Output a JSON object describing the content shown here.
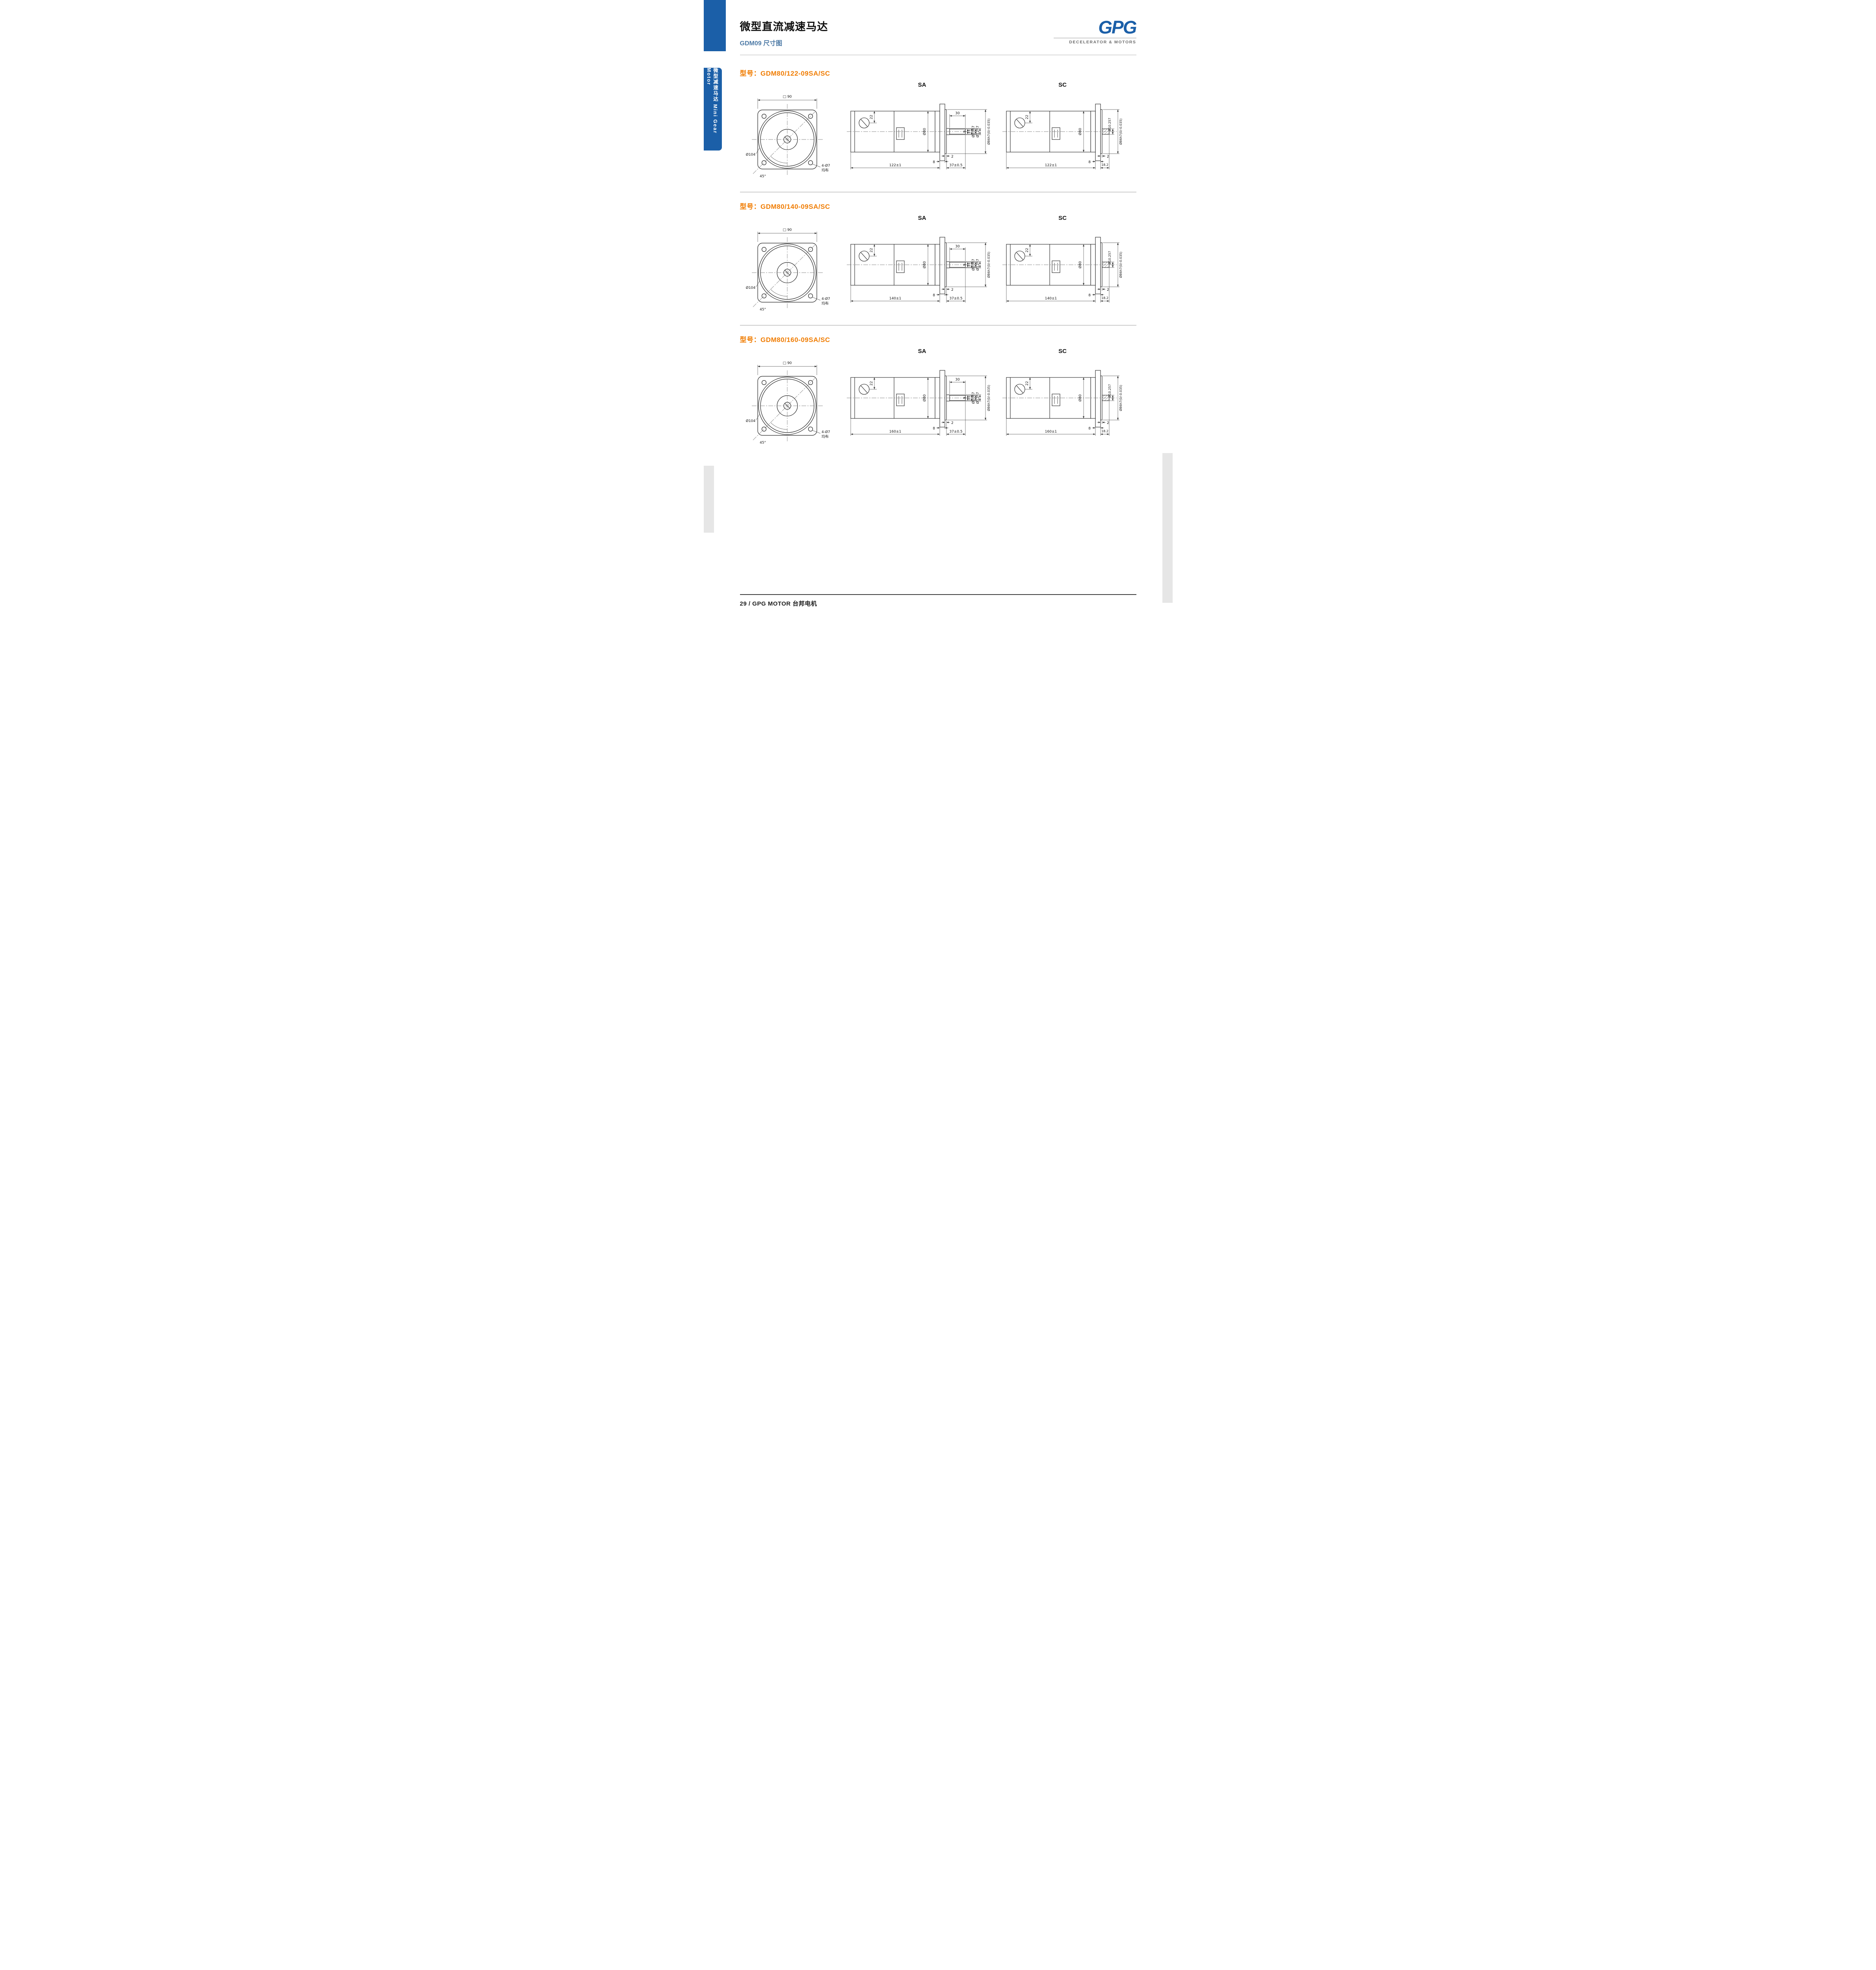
{
  "header": {
    "title": "微型直流减速马达",
    "subtitle": "GDM09 尺寸图",
    "logo_text": "GPG",
    "logo_tagline": "DECELERATOR & MOTORS"
  },
  "sidebar": {
    "tab_label": "微型减速马达 Mini Gear Motor"
  },
  "sections": [
    {
      "model_prefix": "型号：",
      "model": "GDM80/122-09SA/SC",
      "variant_a": "SA",
      "variant_c": "SC",
      "front": {
        "square": "□ 90",
        "flange_dia": "Ø104",
        "holes": "4-Ø7",
        "holes_note": "均布",
        "angle": "45°"
      },
      "dims": {
        "terminal_offset": "22",
        "body_dia": "Ø80",
        "shaft_len": "30",
        "shaft_flat": "9",
        "shaft_step": "11",
        "shaft_d1": "Ø10h7",
        "shaft_d2": "Ø12h7",
        "spigot_dia": "Ø86h7(0/-0.035)",
        "spigot_depth": "2",
        "flange_thk": "8",
        "body_len": "122±1",
        "shaft_ext": "37±0.5",
        "bore_dia": "Ø10.257",
        "stub_len": "18.2"
      }
    },
    {
      "model_prefix": "型号：",
      "model": "GDM80/140-09SA/SC",
      "variant_a": "SA",
      "variant_c": "SC",
      "front": {
        "square": "□ 90",
        "flange_dia": "Ø104",
        "holes": "4-Ø7",
        "holes_note": "均布",
        "angle": "45°"
      },
      "dims": {
        "terminal_offset": "22",
        "body_dia": "Ø80",
        "shaft_len": "30",
        "shaft_flat": "9",
        "shaft_step": "11",
        "shaft_d1": "Ø10h7",
        "shaft_d2": "Ø12h7",
        "spigot_dia": "Ø86h7(0/-0.035)",
        "spigot_depth": "2",
        "flange_thk": "8",
        "body_len": "140±1",
        "shaft_ext": "37±0.5",
        "bore_dia": "Ø10.257",
        "stub_len": "18.2"
      }
    },
    {
      "model_prefix": "型号：",
      "model": "GDM80/160-09SA/SC",
      "variant_a": "SA",
      "variant_c": "SC",
      "front": {
        "square": "□ 90",
        "flange_dia": "Ø104",
        "holes": "4-Ø7",
        "holes_note": "均布",
        "angle": "45°"
      },
      "dims": {
        "terminal_offset": "22",
        "body_dia": "Ø80",
        "shaft_len": "30",
        "shaft_flat": "9",
        "shaft_step": "11",
        "shaft_d1": "Ø10h7",
        "shaft_d2": "Ø12h7",
        "spigot_dia": "Ø86h7(0/-0.035)",
        "spigot_depth": "2",
        "flange_thk": "8",
        "body_len": "160±1",
        "shaft_ext": "37±0.5",
        "bore_dia": "Ø10.257",
        "stub_len": "18.2"
      }
    }
  ],
  "footer": {
    "text": "29 / GPG MOTOR 台邦电机"
  }
}
